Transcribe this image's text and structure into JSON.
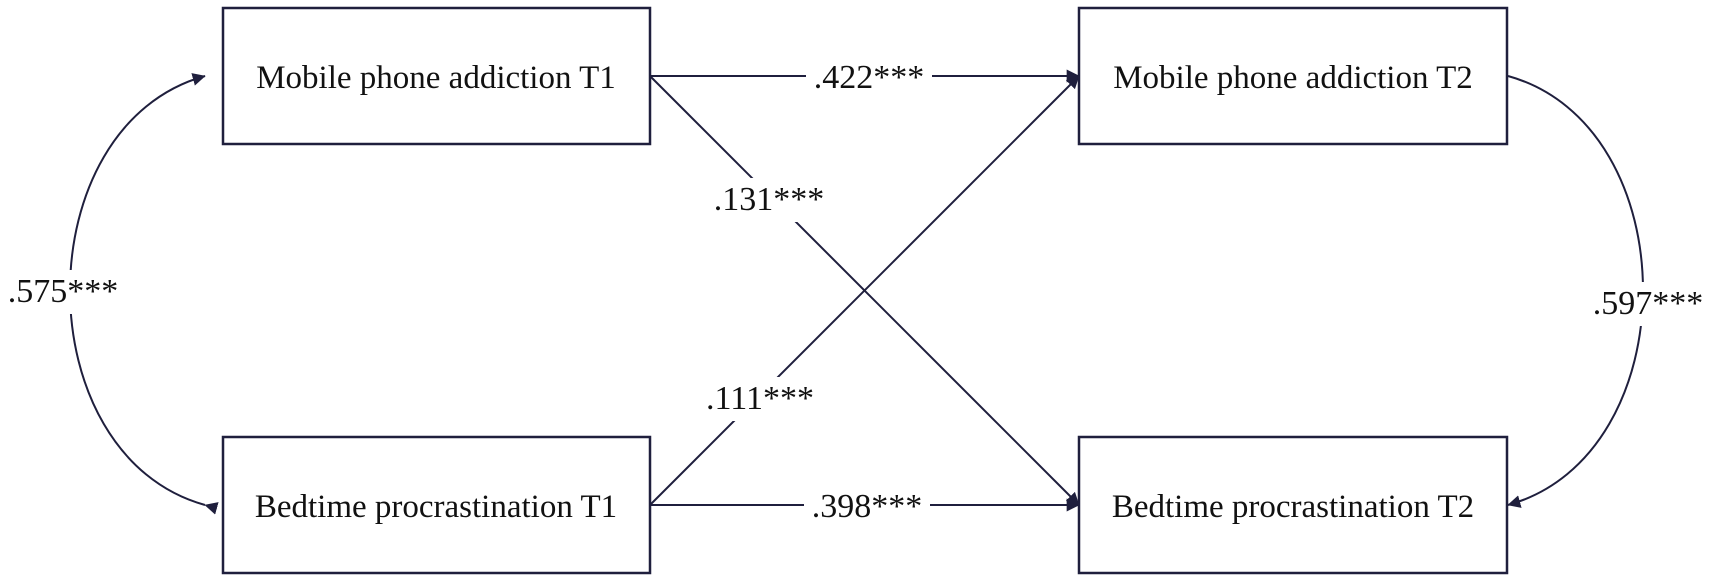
{
  "nodes": {
    "mpa_t1": "Mobile phone addiction T1",
    "mpa_t2": "Mobile phone addiction T2",
    "bp_t1": "Bedtime procrastination T1",
    "bp_t2": "Bedtime procrastination T2"
  },
  "paths": {
    "mpa_t1_to_mpa_t2": ".422***",
    "mpa_t1_to_bp_t2": ".131***",
    "bp_t1_to_mpa_t2": ".111***",
    "bp_t1_to_bp_t2": ".398***",
    "cov_t1": ".575***",
    "cov_t2": ".597***"
  },
  "colors": {
    "line": "#1f1f3d",
    "text": "#111111"
  }
}
